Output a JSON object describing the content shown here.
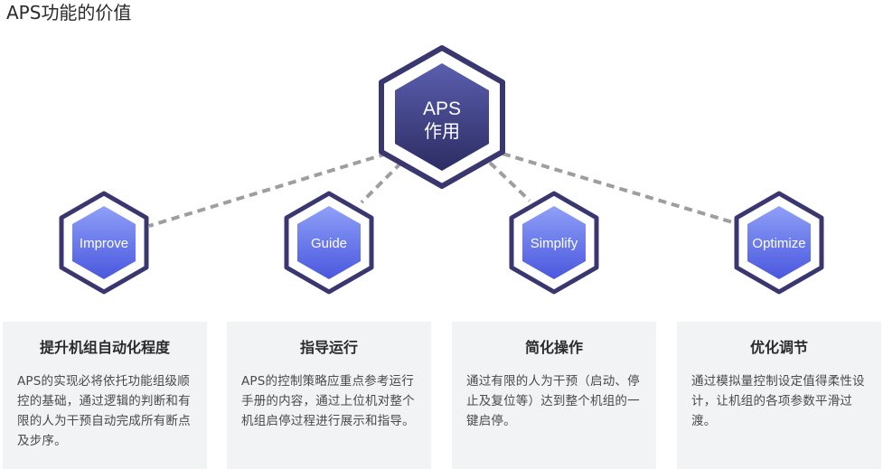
{
  "page": {
    "title": "APS功能的价值"
  },
  "center_node": {
    "line1": "APS",
    "line2": "作用"
  },
  "nodes": [
    {
      "label": "Improve"
    },
    {
      "label": "Guide"
    },
    {
      "label": "Simplify"
    },
    {
      "label": "Optimize"
    }
  ],
  "cards": [
    {
      "title": "提升机组自动化程度",
      "body": "APS的实现必将依托功能组级顺控的基础，通过逻辑的判断和有限的人为干预自动完成所有断点及步序。"
    },
    {
      "title": "指导运行",
      "body": "APS的控制策略应重点参考运行手册的内容，通过上位机对整个机组启停过程进行展示和指导。"
    },
    {
      "title": "简化操作",
      "body": "通过有限的人为干预（启动、停止及复位等）达到整个机组的一键启停。"
    },
    {
      "title": "优化调节",
      "body": "通过模拟量控制设定值得柔性设计，让机组的各项参数平滑过渡。"
    }
  ],
  "colors": {
    "hex_outer": "#3a3770",
    "center_fill_top": "#5a5fae",
    "center_fill_bottom": "#2d2c63",
    "small_fill_top": "#8ea0f8",
    "small_fill_bottom": "#4a57dd",
    "connector": "#9e9e9e"
  }
}
